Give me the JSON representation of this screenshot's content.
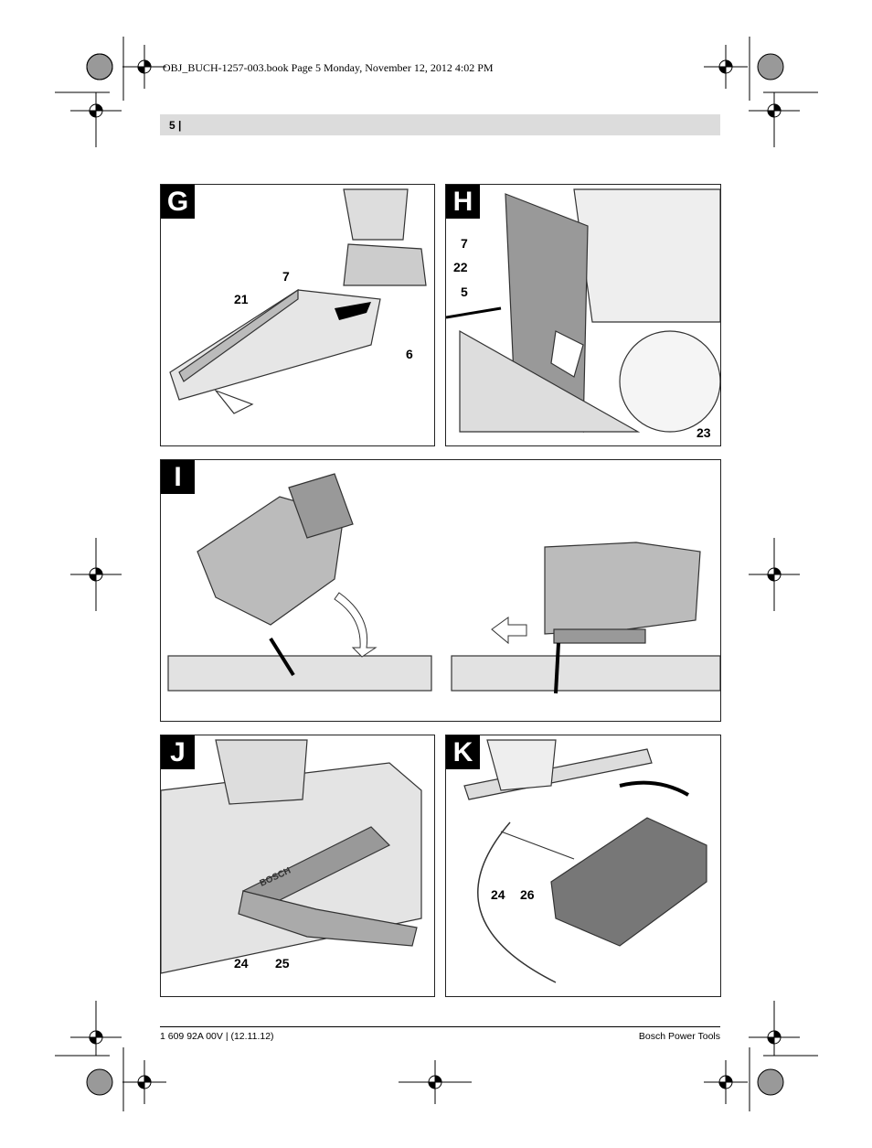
{
  "header": {
    "slug_line": "OBJ_BUCH-1257-003.book  Page 5  Monday, November 12, 2012  4:02 PM",
    "page_number": "5 |"
  },
  "figures": {
    "G": {
      "letter": "G",
      "callouts": [
        "7",
        "21",
        "6"
      ]
    },
    "H": {
      "letter": "H",
      "callouts": [
        "7",
        "22",
        "5",
        "23"
      ]
    },
    "I": {
      "letter": "I"
    },
    "J": {
      "letter": "J",
      "callouts": [
        "24",
        "25"
      ],
      "stamp": "BOSCH"
    },
    "K": {
      "letter": "K",
      "callouts": [
        "24",
        "26"
      ]
    }
  },
  "footer": {
    "left": "1 609 92A 00V | (12.11.12)",
    "right": "Bosch Power Tools"
  },
  "colors": {
    "header_bar": "#dcdcdc",
    "panel_letter_bg": "#000000"
  }
}
